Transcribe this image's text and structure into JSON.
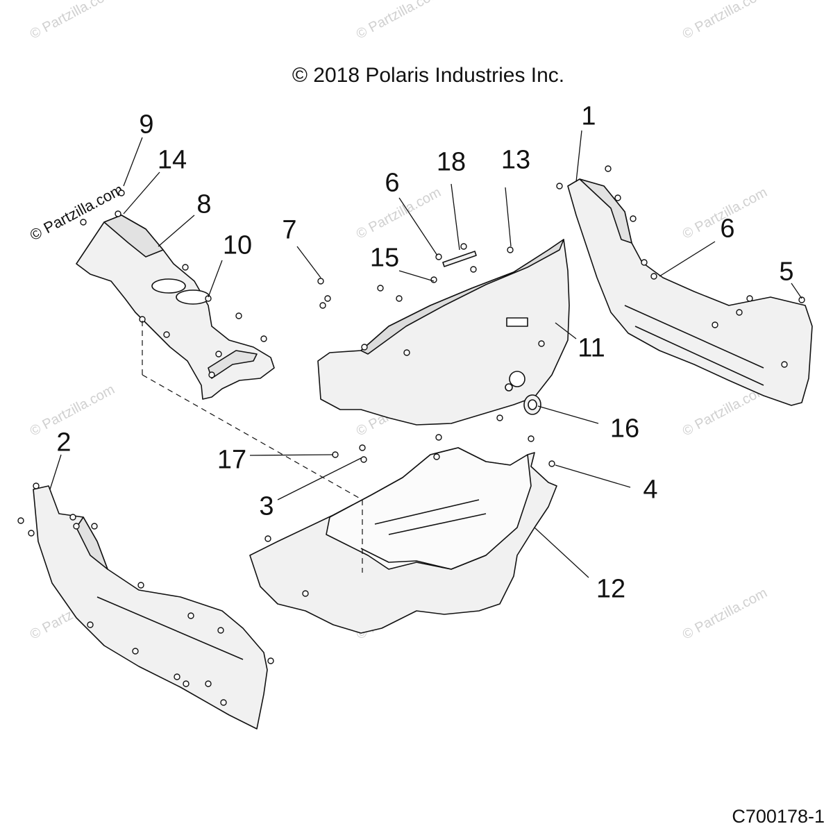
{
  "header": {
    "copyright": "© 2018 Polaris Industries Inc."
  },
  "footer": {
    "code": "C700178-1"
  },
  "watermark": {
    "text": "© Partzilla.com"
  },
  "callouts": {
    "c1": "1",
    "c2": "2",
    "c3": "3",
    "c4": "4",
    "c5": "5",
    "c6a": "6",
    "c6b": "6",
    "c7": "7",
    "c8": "8",
    "c9": "9",
    "c10": "10",
    "c11": "11",
    "c12": "12",
    "c13": "13",
    "c14": "14",
    "c15": "15",
    "c16": "16",
    "c17": "17",
    "c18": "18"
  },
  "colors": {
    "line": "#111111",
    "part_fill": "#f1f1f1",
    "part_shade": "#dcdcdc",
    "watermark": "#d0d0d0"
  }
}
